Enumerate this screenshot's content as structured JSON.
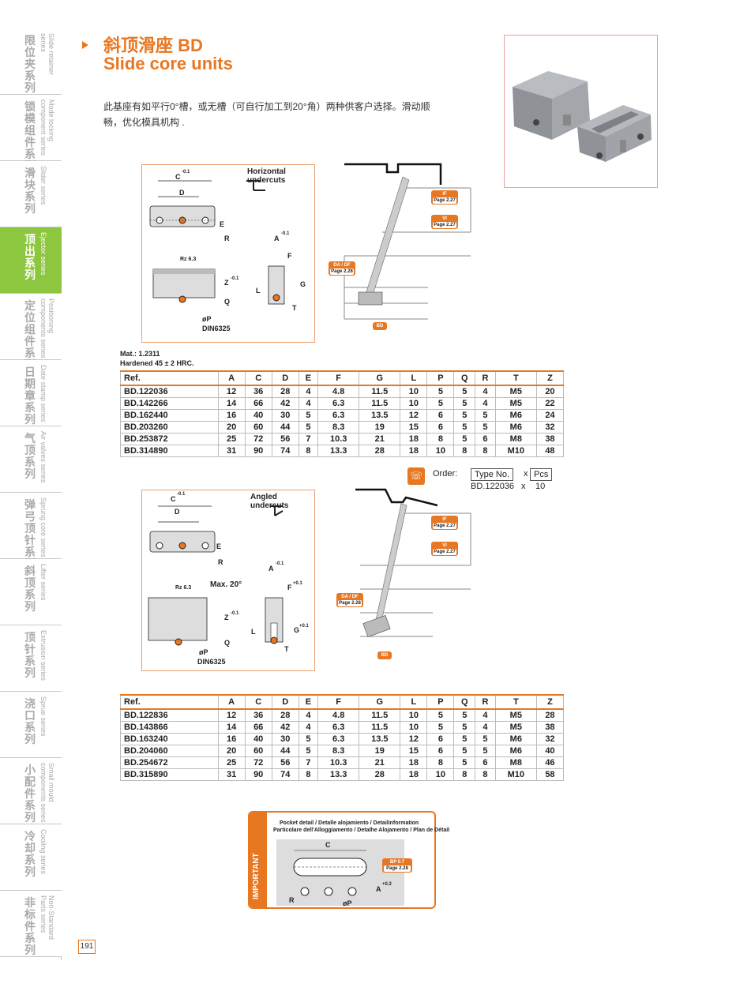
{
  "sidebar": {
    "items": [
      {
        "zh": "限位夹系列",
        "en": "Slide retainer series",
        "active": false
      },
      {
        "zh": "锁模组件系列",
        "en": "Mode locking component series",
        "active": false
      },
      {
        "zh": "滑块系列",
        "en": "Slider series",
        "active": false
      },
      {
        "zh": "顶出系列",
        "en": "Ejector series",
        "active": true
      },
      {
        "zh": "定位组件系列",
        "en": "Positioning components series",
        "active": false
      },
      {
        "zh": "日期章系列",
        "en": "Date stamp series",
        "active": false
      },
      {
        "zh": "气顶系列",
        "en": "Air valves series",
        "active": false
      },
      {
        "zh": "弹弓顶针系列",
        "en": "Sprung core series",
        "active": false
      },
      {
        "zh": "斜顶系列",
        "en": "Lifter series",
        "active": false
      },
      {
        "zh": "顶针系列",
        "en": "Extrusion series",
        "active": false
      },
      {
        "zh": "浇口系列",
        "en": "Sprue series",
        "active": false
      },
      {
        "zh": "小配件系列",
        "en": "Small mould components series",
        "active": false
      },
      {
        "zh": "冷却系列",
        "en": "Cooling series",
        "active": false
      },
      {
        "zh": "非标件系列",
        "en": "Non-Standard Parts series",
        "active": false
      }
    ]
  },
  "page_number": "191",
  "header": {
    "title_zh": "斜顶滑座 BD",
    "title_en": "Slide core units",
    "description": "此基座有如平行0°槽，或无槽（可自行加工到20°角）两种供客户选择。滑动顺畅，优化模具机构 ."
  },
  "diagram1": {
    "title": "Horizontal undercuts",
    "labels": {
      "c": "C",
      "c_tol": "-0.1",
      "d": "D",
      "e": "E",
      "r": "R",
      "rz": "Rz 6.3",
      "z": "Z",
      "z_tol": "-0.1",
      "q": "Q",
      "p": "øP",
      "din": "DIN6325",
      "a": "A",
      "a_tol": "-0.1",
      "f": "F",
      "g": "G",
      "l": "L",
      "t": "T"
    }
  },
  "diagram2": {
    "title": "Angled undercuts",
    "labels": {
      "c": "C",
      "c_tol": "-0.1",
      "d": "D",
      "e": "E",
      "r": "R",
      "rz": "Rz 6.3",
      "max": "Max. 20°",
      "z": "Z",
      "z_tol": "-0.1",
      "q": "Q",
      "p": "øP",
      "din": "DIN6325",
      "a": "A",
      "a_tol": "-0.1",
      "f": "F",
      "f_tol": "+0.1",
      "g": "G",
      "g_tol": "+0.1",
      "l": "L",
      "t": "T"
    }
  },
  "callouts": {
    "if": {
      "name": "IF",
      "page": "Page 2.27"
    },
    "vi": {
      "name": "VI",
      "page": "Page 2.27"
    },
    "dadf": {
      "name": "DA / DF",
      "page": "Page 2.28"
    },
    "bd": {
      "name": "BD"
    },
    "bp": {
      "name": "BP 0.7",
      "page": "Page 2.28"
    }
  },
  "material": {
    "line1": "Mat.: 1.2311",
    "line2": "Hardened 45 ± 2 HRC."
  },
  "table1": {
    "headers": [
      "Ref.",
      "A",
      "C",
      "D",
      "E",
      "F",
      "G",
      "L",
      "P",
      "Q",
      "R",
      "T",
      "Z"
    ],
    "rows": [
      [
        "BD.122036",
        "12",
        "36",
        "28",
        "4",
        "4.8",
        "11.5",
        "10",
        "5",
        "5",
        "4",
        "M5",
        "20"
      ],
      [
        "BD.142266",
        "14",
        "66",
        "42",
        "4",
        "6.3",
        "11.5",
        "10",
        "5",
        "5",
        "4",
        "M5",
        "22"
      ],
      [
        "BD.162440",
        "16",
        "40",
        "30",
        "5",
        "6.3",
        "13.5",
        "12",
        "6",
        "5",
        "5",
        "M6",
        "24"
      ],
      [
        "BD.203260",
        "20",
        "60",
        "44",
        "5",
        "8.3",
        "19",
        "15",
        "6",
        "5",
        "5",
        "M6",
        "32"
      ],
      [
        "BD.253872",
        "25",
        "72",
        "56",
        "7",
        "10.3",
        "21",
        "18",
        "8",
        "5",
        "6",
        "M8",
        "38"
      ],
      [
        "BD.314890",
        "31",
        "90",
        "74",
        "8",
        "13.3",
        "28",
        "18",
        "10",
        "8",
        "8",
        "M10",
        "48"
      ]
    ]
  },
  "order": {
    "label": "Order:",
    "type_no": "Type No.",
    "x": "x",
    "pcs": "Pcs",
    "example_ref": "BD.122036",
    "example_x": "x",
    "example_qty": "10"
  },
  "table2": {
    "headers": [
      "Ref.",
      "A",
      "C",
      "D",
      "E",
      "F",
      "G",
      "L",
      "P",
      "Q",
      "R",
      "T",
      "Z"
    ],
    "rows": [
      [
        "BD.122836",
        "12",
        "36",
        "28",
        "4",
        "4.8",
        "11.5",
        "10",
        "5",
        "5",
        "4",
        "M5",
        "28"
      ],
      [
        "BD.143866",
        "14",
        "66",
        "42",
        "4",
        "6.3",
        "11.5",
        "10",
        "5",
        "5",
        "4",
        "M5",
        "38"
      ],
      [
        "BD.163240",
        "16",
        "40",
        "30",
        "5",
        "6.3",
        "13.5",
        "12",
        "6",
        "5",
        "5",
        "M6",
        "32"
      ],
      [
        "BD.204060",
        "20",
        "60",
        "44",
        "5",
        "8.3",
        "19",
        "15",
        "6",
        "5",
        "5",
        "M6",
        "40"
      ],
      [
        "BD.254672",
        "25",
        "72",
        "56",
        "7",
        "10.3",
        "21",
        "18",
        "8",
        "5",
        "6",
        "M8",
        "46"
      ],
      [
        "BD.315890",
        "31",
        "90",
        "74",
        "8",
        "13.3",
        "28",
        "18",
        "10",
        "8",
        "8",
        "M10",
        "58"
      ]
    ]
  },
  "important": {
    "side_label": "IMPORTANT",
    "line1": "Pocket detail / Detalle alojamiento / Detailinformation",
    "line2": "Particolare dell'Alloggiamento / Detalhe Alojamento / Plan de Détail",
    "c": "C",
    "a": "A",
    "a_tol": "+0.2",
    "r": "R",
    "p": "øP"
  },
  "colors": {
    "accent": "#e87722",
    "sidebar_active": "#8dc63f"
  }
}
